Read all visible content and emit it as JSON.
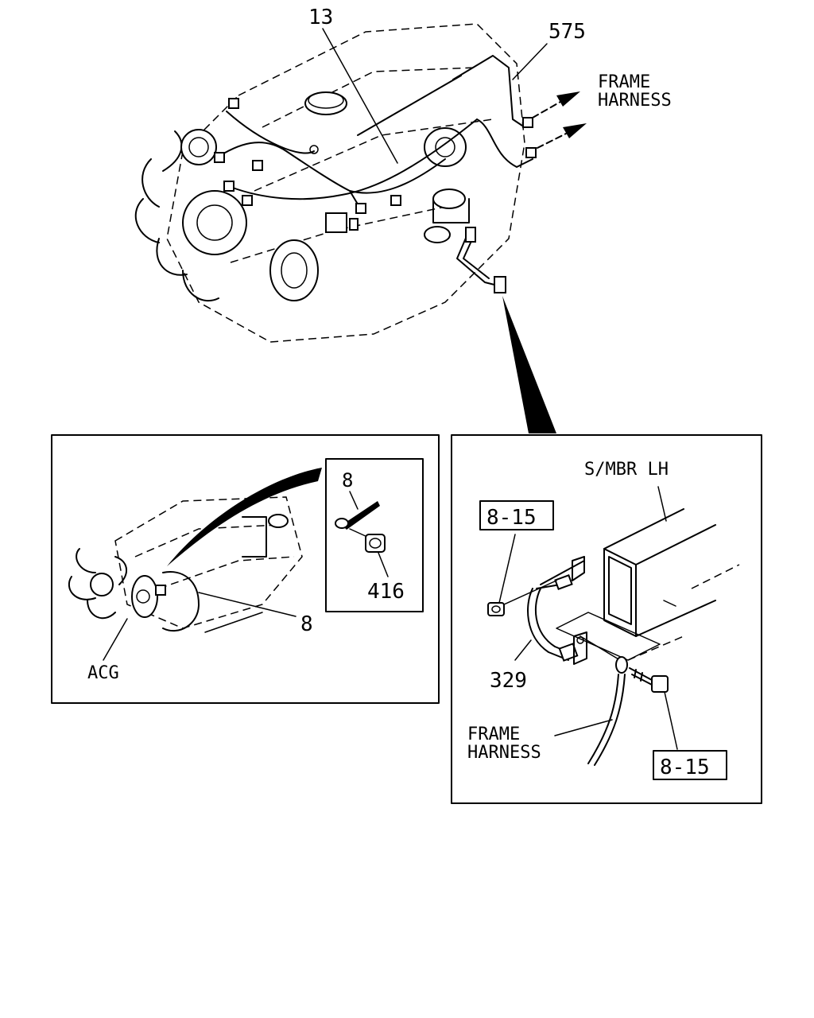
{
  "callouts": {
    "main_harness": "13",
    "harness_575": "575",
    "frame_harness_top_1": "FRAME",
    "frame_harness_top_2": "HARNESS",
    "left_panel_cable": "8",
    "left_detail_cable": "8",
    "left_detail_nut": "416",
    "acg": "ACG",
    "side_member": "S/MBR LH",
    "bolt_ref_top": "8-15",
    "bolt_ref_bottom": "8-15",
    "ground_cable": "329",
    "frame_harness_right_1": "FRAME",
    "frame_harness_right_2": "HARNESS"
  },
  "icons": {
    "arrow": "arrow-right-icon",
    "connector": "connector-icon"
  }
}
